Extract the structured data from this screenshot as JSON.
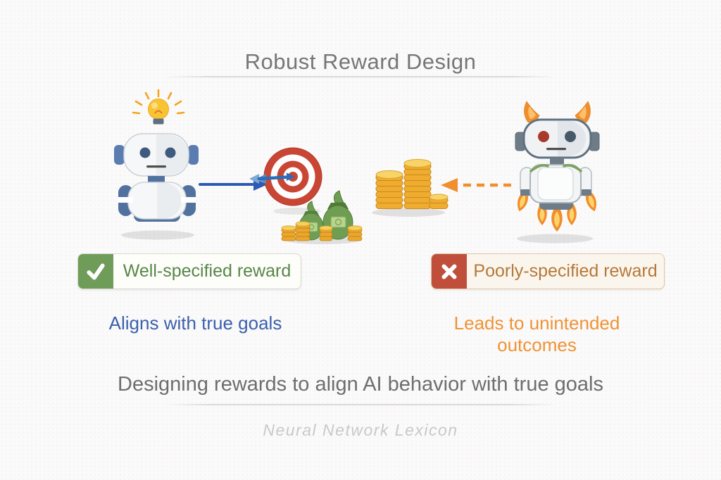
{
  "title": "Robust Reward Design",
  "left_panel": {
    "badge_label": "Well-specified reward",
    "subtitle": "Aligns with true goals",
    "illustrations": [
      "idea-lightbulb",
      "friendly-robot",
      "solid-arrow-right",
      "bullseye-target-with-dart",
      "money-bags-with-coins"
    ]
  },
  "right_panel": {
    "badge_label": "Poorly-specified reward",
    "subtitle": "Leads to unintended outcomes",
    "illustrations": [
      "gold-coin-stacks",
      "dashed-arrow-left",
      "devil-robot-with-flames"
    ]
  },
  "caption": "Designing rewards to align AI behavior with true goals",
  "footer": "Neural Network Lexicon",
  "colors": {
    "good_green": "#6f9c58",
    "good_text_green": "#58874a",
    "bad_red": "#bf4f3a",
    "bad_text_brown": "#b5783a",
    "align_blue": "#3b60ad",
    "warning_orange": "#ef9335",
    "arrow_blue": "#2d5bb4",
    "arrow_orange": "#ef8f2d",
    "target_red": "#c94635",
    "coin_gold": "#efac2f",
    "title_gray": "#767676",
    "caption_gray": "#6e6e6e",
    "footer_gray": "#c9c9c9"
  }
}
